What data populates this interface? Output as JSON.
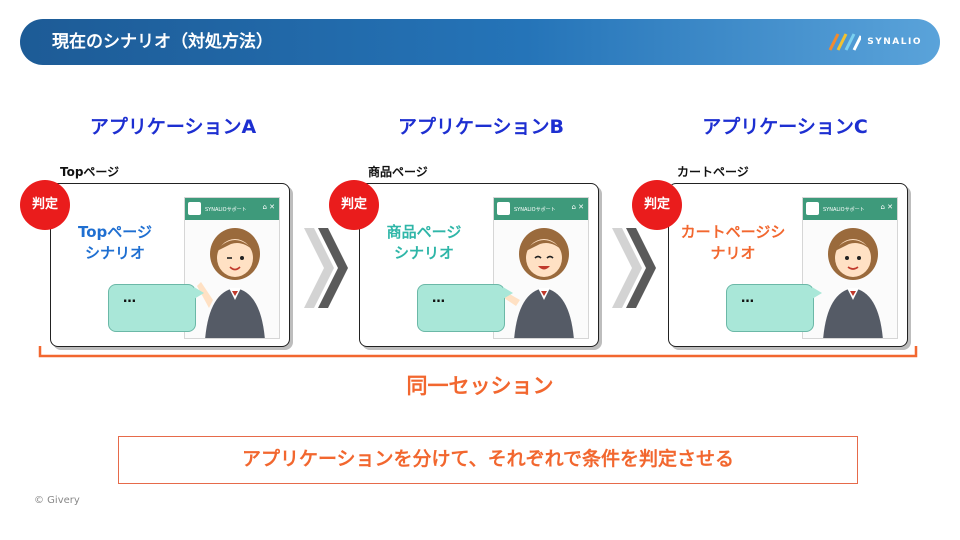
{
  "header": {
    "title": "現在のシナリオ（対処方法）",
    "logo_text": "SYNALIO"
  },
  "apps": [
    {
      "title": "アプリケーションA",
      "page_label": "Topページ",
      "scenario": [
        "Topページ",
        "シナリオ"
      ],
      "scenario_color": "#1f6fd1",
      "judge": "判定",
      "bubble_text": "…",
      "chat_name": "SYNALIOサポート"
    },
    {
      "title": "アプリケーションB",
      "page_label": "商品ページ",
      "scenario": [
        "商品ページ",
        "シナリオ"
      ],
      "scenario_color": "#2fb6a8",
      "judge": "判定",
      "bubble_text": "…",
      "chat_name": "SYNALIOサポート"
    },
    {
      "title": "アプリケーションC",
      "page_label": "カートページ",
      "scenario": [
        "カートページシ",
        "ナリオ"
      ],
      "scenario_color": "#f2672f",
      "judge": "判定",
      "bubble_text": "…",
      "chat_name": "SYNALIOサポート"
    }
  ],
  "session_label": "同一セッション",
  "summary": "アプリケーションを分けて、それぞれで条件を判定させる",
  "copyright": "© Givery",
  "colors": {
    "header": "#2574b8",
    "app_title": "#1d2fd1",
    "judge": "#ea1c1c",
    "accent": "#f2672f",
    "bubble": "#a9e7d8",
    "chat_header": "#3e9a7b"
  }
}
